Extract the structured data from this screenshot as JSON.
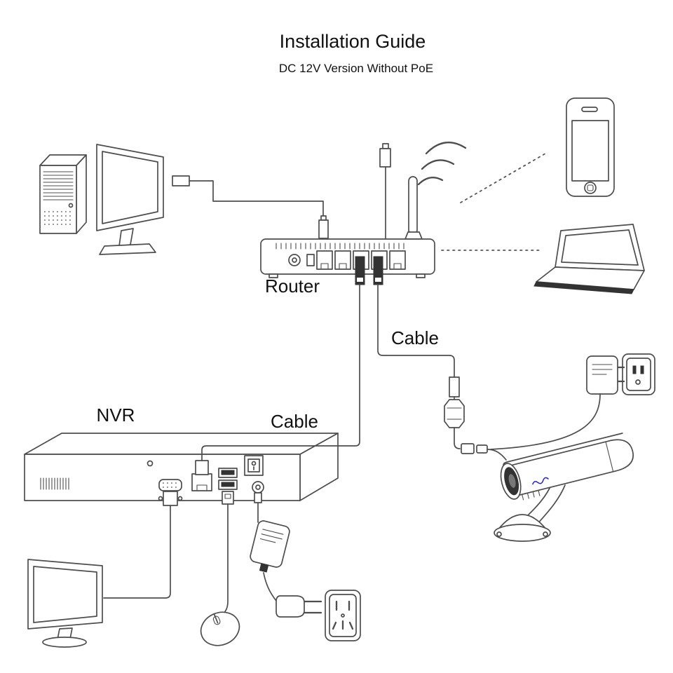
{
  "page": {
    "title": "Installation Guide",
    "subtitle": "DC 12V Version Without PoE"
  },
  "labels": {
    "router": "Router",
    "nvr": "NVR",
    "cable_to_camera": "Cable",
    "cable_to_nvr": "Cable"
  },
  "colors": {
    "background": "#ffffff",
    "line": "#4d4d4d",
    "dark_fill": "#333333",
    "text": "#111111",
    "camera_logo_blue": "#2b2bd0"
  },
  "icons": [
    "desktop-tower-icon",
    "monitor-icon",
    "router-icon",
    "antenna-icon",
    "wifi-signal-icon",
    "smartphone-icon",
    "laptop-icon",
    "ethernet-cable-icon",
    "rj45-connector-icon",
    "dc-coupler-icon",
    "power-adapter-icon",
    "wall-outlet-icon",
    "bullet-camera-icon",
    "camera-mount-icon",
    "nvr-icon",
    "vga-connector-icon",
    "usb-connector-icon",
    "mouse-icon",
    "power-plug-icon",
    "wireless-link-icon"
  ]
}
